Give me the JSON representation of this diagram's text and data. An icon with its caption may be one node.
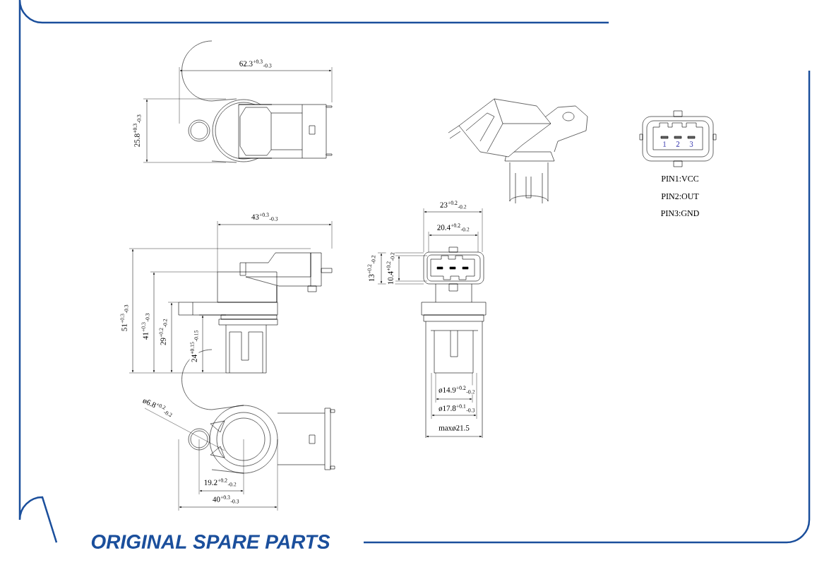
{
  "diagram": {
    "labels": [
      "62.3$^{+0.3}$$_{-0.3}$",
      "25.8$^{+0.3}$$_{-0.3}$",
      "43$^{+0.3}$$_{-0.3}$",
      "51$^{+0.3}$$_{-0.3}$",
      "41$^{+0.3}$$_{-0.3}$",
      "29$^{+0.2}$$_{-0.2}$",
      "24$^{+0.15}$$_{-0.15}$",
      "23$^{+0.2}$$_{-0.2}$",
      "20.4$^{+0.2}$$_{-0.2}$",
      "13$^{+0.2}$$_{-0.2}$",
      "10.4$^{+0.2}$$_{-0.2}$",
      "ø14.9$^{+0.2}$$_{-0.2}$",
      "ø17.8$^{+0.1}$$_{-0.3}$",
      "maxø21.5",
      "ø6.8$^{+0.2}$$_{-0.2}$",
      "19.2$^{+0.2}$$_{-0.2}$",
      "40$^{+0.3}$$_{-0.3}$",
      "1",
      "2",
      "3",
      "PIN1:VCC",
      "PIN2:OUT",
      "PIN3:GND",
      "ORIGINAL SPARE PARTS"
    ]
  }
}
